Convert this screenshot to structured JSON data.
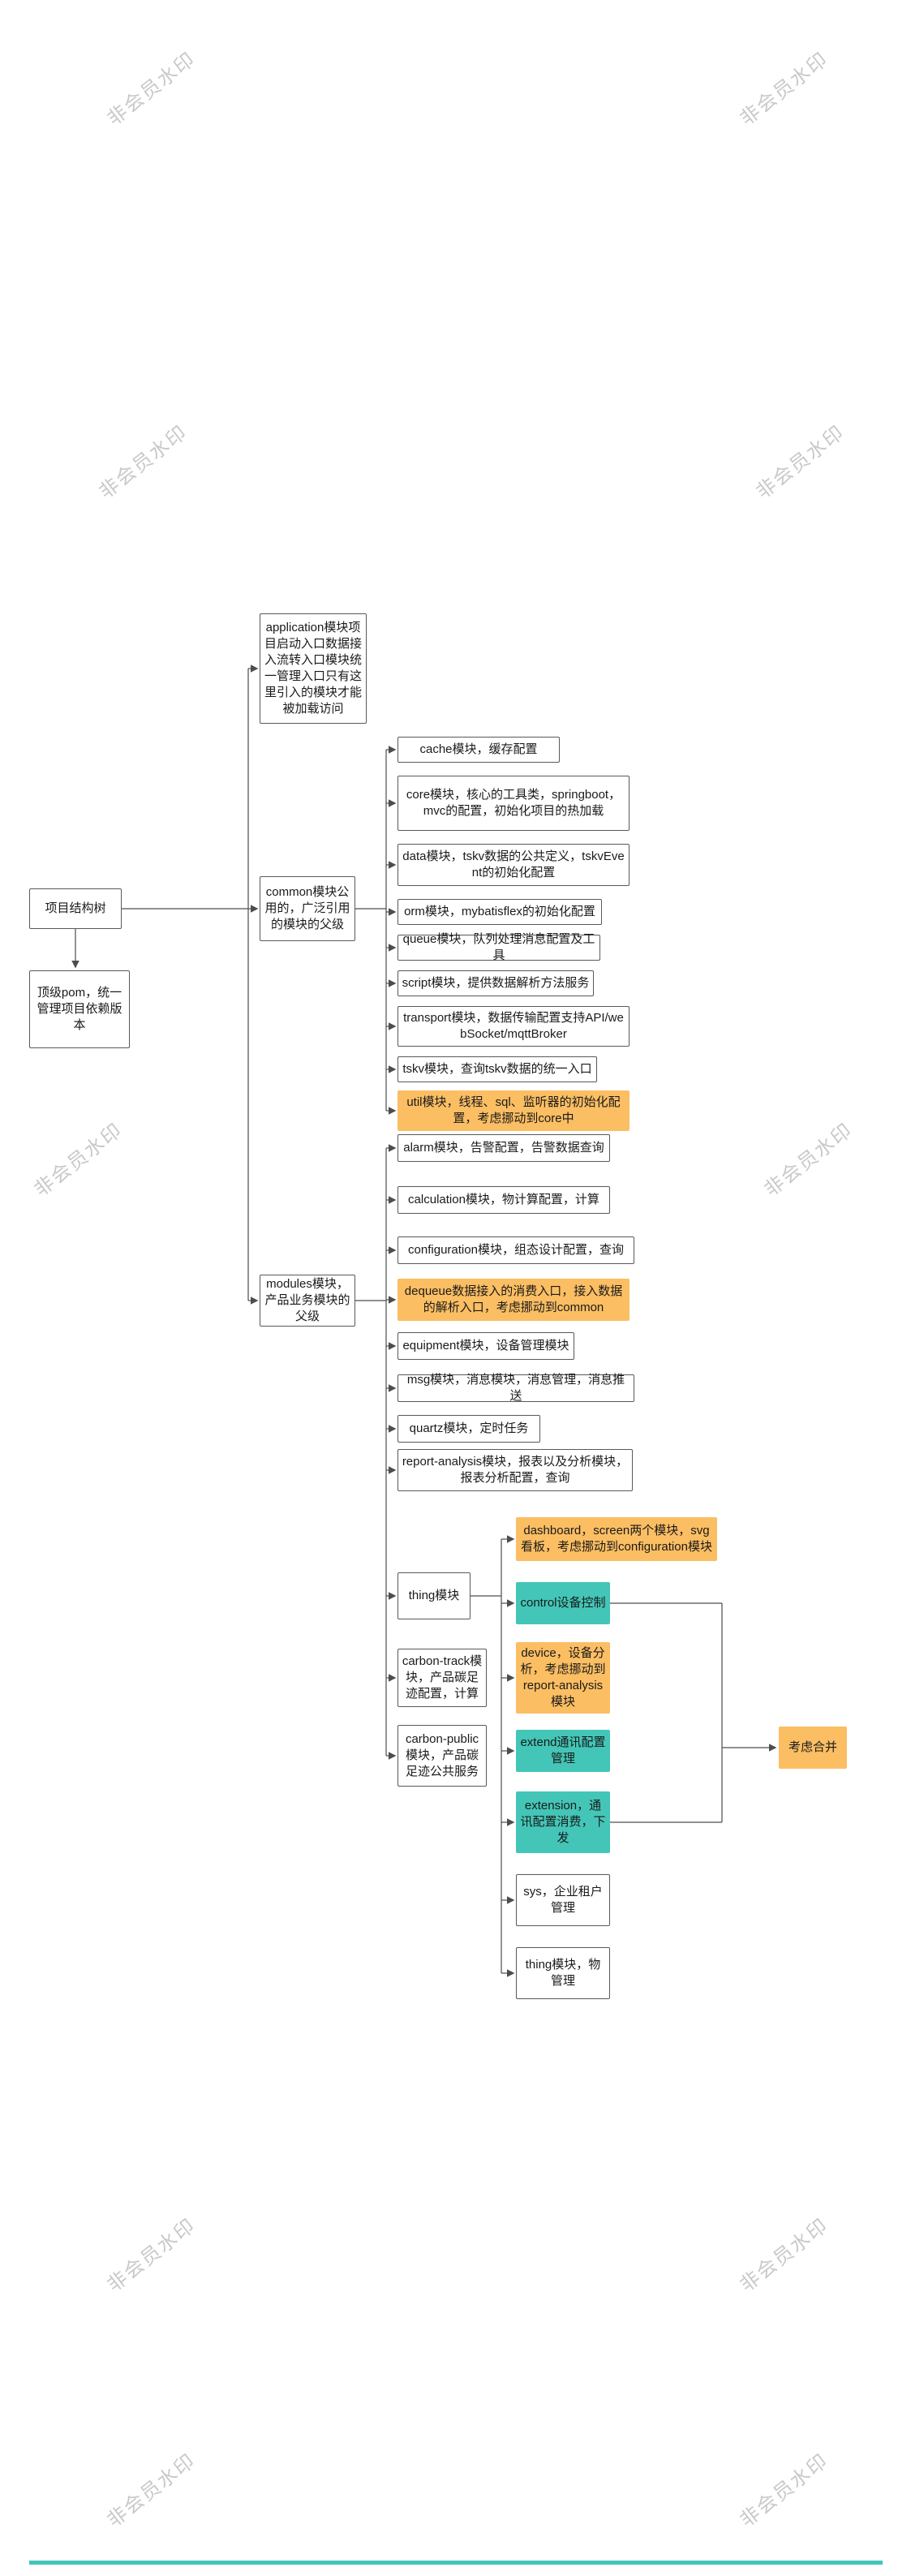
{
  "watermark": {
    "text": "非会员水印"
  },
  "colors": {
    "orange": "#FBBE63",
    "teal": "#43C6B7",
    "border": "#595959",
    "watermark_color": "#c9c9c9"
  },
  "nodes": {
    "root": "项目结构树",
    "pom": "顶级pom，统一管理项目依赖版本",
    "application": "application模块项目启动入口数据接入流转入口模块统一管理入口只有这里引入的模块才能被加载访问",
    "common": "common模块公用的，广泛引用的模块的父级",
    "modules": "modules模块，产品业务模块的父级",
    "cache": "cache模块，缓存配置",
    "core": "core模块，核心的工具类，springboot，mvc的配置，初始化项目的热加载",
    "data": "data模块，tskv数据的公共定义，tskvEvent的初始化配置",
    "orm": "orm模块，mybatisflex的初始化配置",
    "queue": "queue模块，队列处理消息配置及工具",
    "script": "script模块，提供数据解析方法服务",
    "transport": "transport模块，数据传输配置支持API/webSocket/mqttBroker",
    "tskv": "tskv模块，查询tskv数据的统一入口",
    "util": "util模块，线程、sql、监听器的初始化配置，考虑挪动到core中",
    "alarm": "alarm模块，告警配置，告警数据查询",
    "calculation": "calculation模块，物计算配置，计算",
    "configuration": "configuration模块，组态设计配置，查询",
    "dequeue": "dequeue数据接入的消费入口，接入数据的解析入口，考虑挪动到common",
    "equipment": "equipment模块，设备管理模块",
    "msg": "msg模块，消息模块，消息管理，消息推送",
    "quartz": "quartz模块，定时任务",
    "report_analysis": "report-analysis模块，报表以及分析模块，报表分析配置，查询",
    "thing_parent": "thing模块",
    "carbon_track": "carbon-track模块，产品碳足迹配置，计算",
    "carbon_public": "carbon-public模块，产品碳足迹公共服务",
    "dashboard": "dashboard，screen两个模块，svg看板，考虑挪动到configuration模块",
    "control": "control设备控制",
    "device": "device，设备分析，考虑挪动到report-analysis模块",
    "extend": "extend通讯配置管理",
    "extension": "extension，通讯配置消费，下发",
    "sys": "sys，企业租户管理",
    "thing_child": "thing模块，物管理",
    "merge": "考虑合并"
  }
}
